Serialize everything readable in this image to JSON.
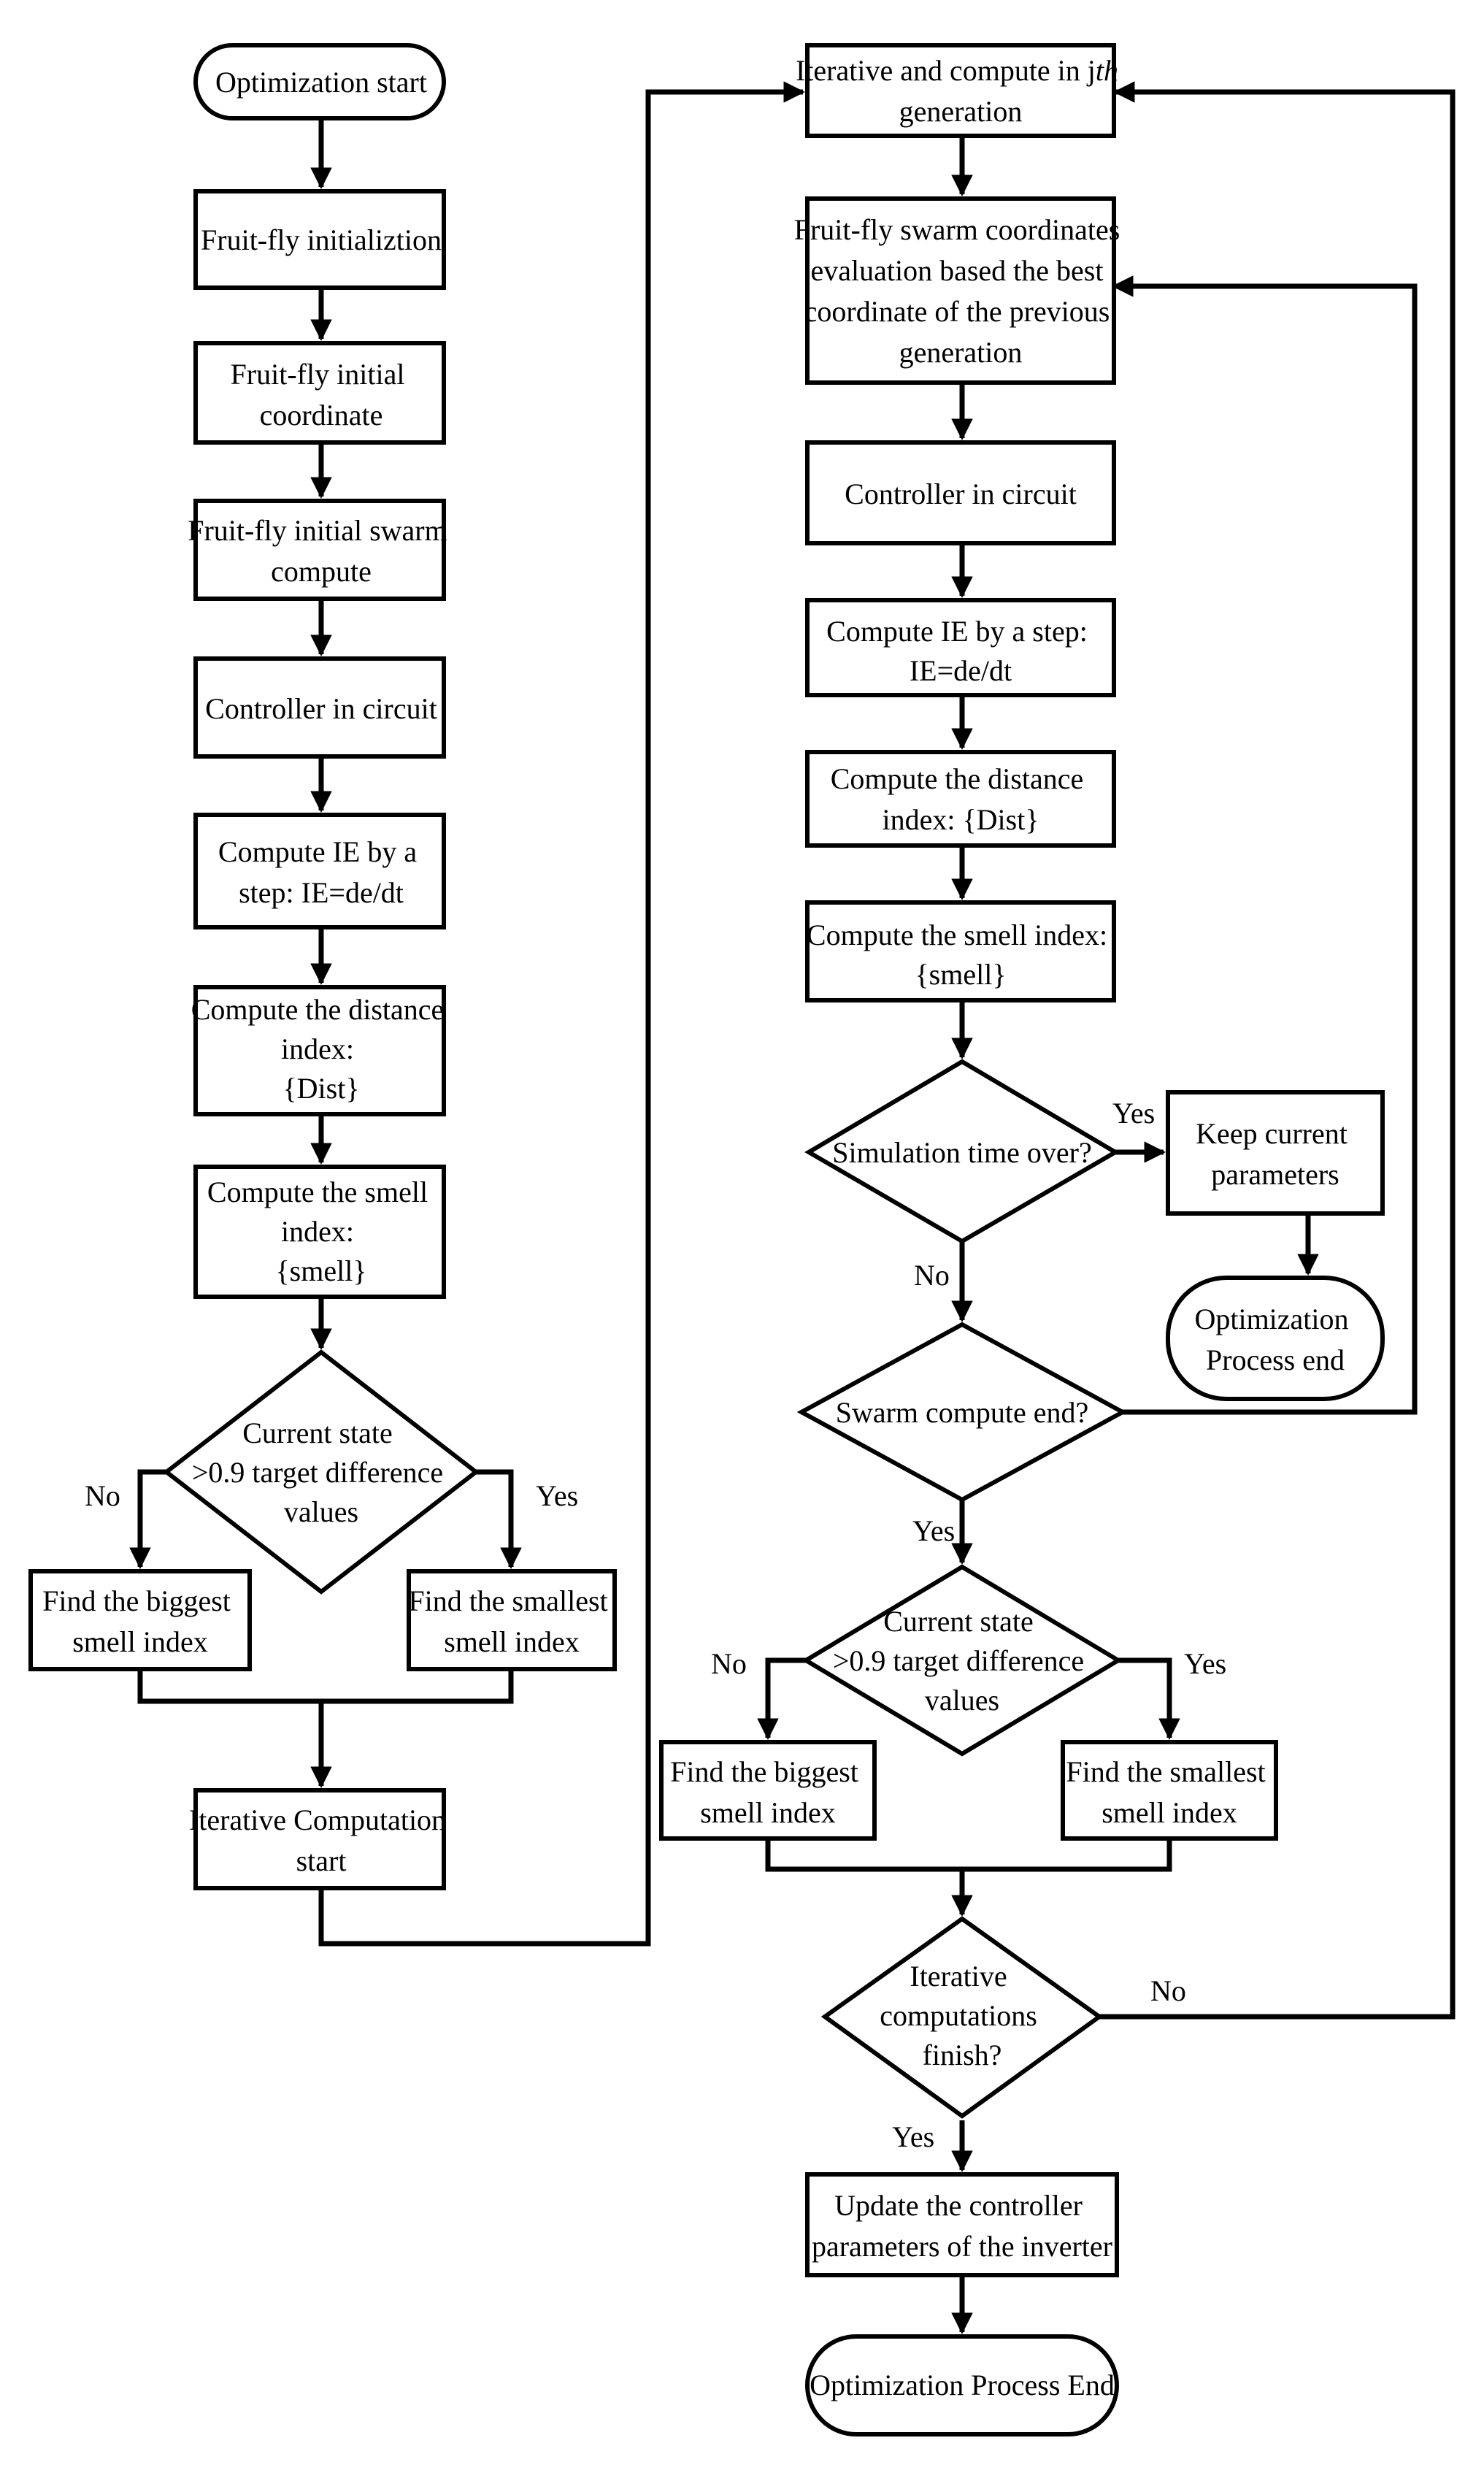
{
  "nodes": {
    "opt_start": "Optimization start",
    "ff_init": "Fruit-fly initializtion",
    "ff_init_coord": [
      "Fruit-fly initial",
      "coordinate"
    ],
    "ff_init_swarm": [
      "Fruit-fly initial swarm",
      "compute"
    ],
    "controller_l": "Controller in circuit",
    "ie_l": [
      "Compute IE by a",
      "step: IE=de/dt"
    ],
    "dist_l": [
      "Compute the distance",
      "index:",
      "{Dist}"
    ],
    "smell_l": [
      "Compute the smell",
      "index:",
      "{smell}"
    ],
    "cond_l": [
      "Current state",
      ">0.9 target difference",
      "values"
    ],
    "biggest_l": [
      "Find the biggest",
      "smell index"
    ],
    "smallest_l": [
      "Find the smallest",
      "smell index"
    ],
    "iter_start": [
      "Iterative Computation",
      "start"
    ],
    "iter_jth": [
      "Iterative and compute in j",
      "th",
      "generation"
    ],
    "swarm_eval": [
      "Fruit-fly swarm coordinates",
      "evaluation based the best",
      "coordinate of the previous",
      "generation"
    ],
    "controller_r": "Controller in circuit",
    "ie_r": [
      "Compute IE by a  step:",
      "IE=de/dt"
    ],
    "dist_r": [
      "Compute the distance",
      "index: {Dist}"
    ],
    "smell_r": [
      "Compute the smell index:",
      "{smell}"
    ],
    "sim_over": "Simulation time over?",
    "keep_params": [
      "Keep current",
      "parameters"
    ],
    "opt_proc_end_small": [
      "Optimization",
      "Process end"
    ],
    "swarm_end": "Swarm compute end?",
    "cond_r": [
      "Current state",
      ">0.9 target difference",
      "values"
    ],
    "biggest_r": [
      "Find the biggest",
      "smell index"
    ],
    "smallest_r": [
      "Find the smallest",
      "smell index"
    ],
    "iter_finish": [
      "Iterative",
      "computations",
      "finish?"
    ],
    "update_params": [
      "Update the controller",
      "parameters of the inverter"
    ],
    "opt_proc_end": "Optimization Process End"
  },
  "edge_labels": {
    "cond_l_no": "No",
    "cond_l_yes": "Yes",
    "sim_yes": "Yes",
    "sim_no": "No",
    "swarm_yes": "Yes",
    "cond_r_no": "No",
    "cond_r_yes": "Yes",
    "iter_no": "No",
    "iter_yes": "Yes"
  },
  "colors": {
    "stroke": "#000000",
    "background": "#ffffff"
  }
}
